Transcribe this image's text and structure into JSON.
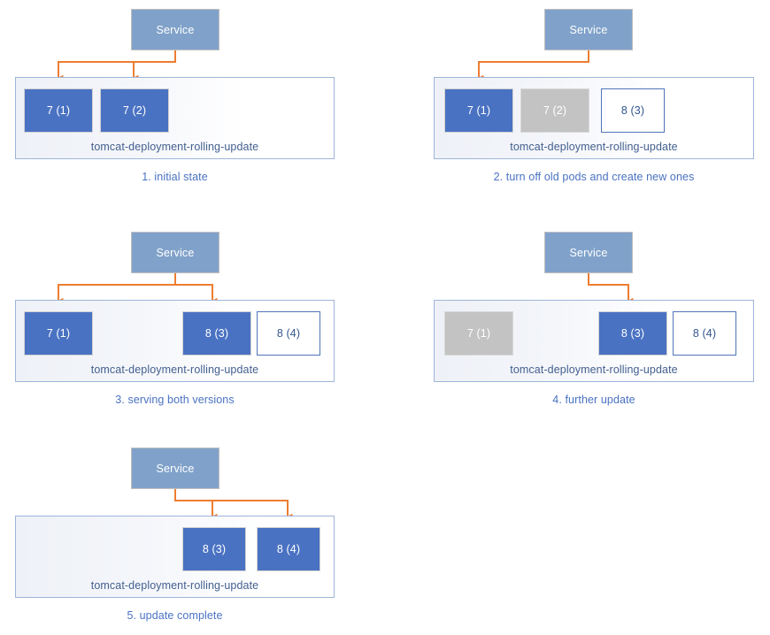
{
  "diagram": {
    "title": "Kubernetes Deployment rolling update sequence",
    "colors": {
      "pod_active": "#4a72c2",
      "pod_terminating": "#c3c3c3",
      "pod_pending_border": "#5075b8",
      "service": "#80a2ca",
      "arrow": "#ed7d31",
      "container_border": "#9fb4da",
      "caption_text": "#4a72c2",
      "label_text": "#44608f"
    },
    "service_label": "Service",
    "deployment_label": "tomcat-deployment-rolling-update",
    "panels": [
      {
        "id": "panel-1",
        "caption": "1. initial state",
        "service": "Service",
        "deployment": "tomcat-deployment-rolling-update",
        "pods": [
          {
            "label": "7 (1)",
            "state": "active",
            "served": true
          },
          {
            "label": "7 (2)",
            "state": "active",
            "served": true
          }
        ]
      },
      {
        "id": "panel-2",
        "caption": "2. turn off old pods and create new ones",
        "service": "Service",
        "deployment": "tomcat-deployment-rolling-update",
        "pods": [
          {
            "label": "7 (1)",
            "state": "active",
            "served": true
          },
          {
            "label": "7 (2)",
            "state": "terminating",
            "served": false
          },
          {
            "label": "8 (3)",
            "state": "pending",
            "served": false
          }
        ]
      },
      {
        "id": "panel-3",
        "caption": "3. serving both versions",
        "service": "Service",
        "deployment": "tomcat-deployment-rolling-update",
        "pods": [
          {
            "label": "7 (1)",
            "state": "active",
            "served": true
          },
          {
            "label": "8 (3)",
            "state": "active",
            "served": true
          },
          {
            "label": "8 (4)",
            "state": "pending",
            "served": false
          }
        ]
      },
      {
        "id": "panel-4",
        "caption": "4. further update",
        "service": "Service",
        "deployment": "tomcat-deployment-rolling-update",
        "pods": [
          {
            "label": "7 (1)",
            "state": "terminating",
            "served": false
          },
          {
            "label": "8 (3)",
            "state": "active",
            "served": true
          },
          {
            "label": "8 (4)",
            "state": "pending",
            "served": false
          }
        ]
      },
      {
        "id": "panel-5",
        "caption": "5. update complete",
        "service": "Service",
        "deployment": "tomcat-deployment-rolling-update",
        "pods": [
          {
            "label": "8 (3)",
            "state": "active",
            "served": true
          },
          {
            "label": "8 (4)",
            "state": "active",
            "served": true
          }
        ]
      }
    ]
  }
}
